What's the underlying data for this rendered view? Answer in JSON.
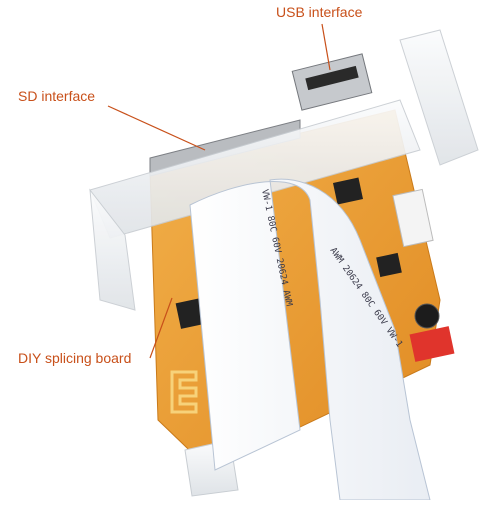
{
  "callouts": {
    "usb": "USB interface",
    "sd": "SD interface",
    "diy": "DIY splicing board"
  },
  "ribbon_print": {
    "left_strip": "VW-1  80C  60V  20624  AWM",
    "right_strip": "AWM  20624  80C  60V  VW-1"
  },
  "colors": {
    "accent": "#c8501a",
    "board": "#e89a2e",
    "acrylic": "#eef0f2"
  }
}
